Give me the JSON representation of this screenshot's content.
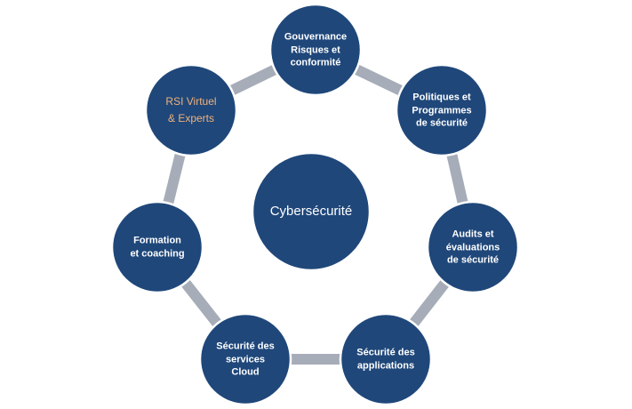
{
  "center": {
    "label": "Cybersécurité"
  },
  "nodes": [
    {
      "id": "gouvernance",
      "label": "Gouvernance\nRisques et\nconformité",
      "color": "#ffffff"
    },
    {
      "id": "politiques",
      "label": "Politiques et\nProgrammes\nde sécurité",
      "color": "#ffffff"
    },
    {
      "id": "audits",
      "label": "Audits et\névaluations\nde sécurité",
      "color": "#ffffff"
    },
    {
      "id": "applications",
      "label": "Sécurité des\napplications",
      "color": "#ffffff"
    },
    {
      "id": "cloud",
      "label": "Sécurité des\nservices\nCloud",
      "color": "#ffffff"
    },
    {
      "id": "formation",
      "label": "Formation\net coaching",
      "color": "#ffffff"
    },
    {
      "id": "rsi",
      "label": "RSI Virtuel\n& Experts",
      "color": "#f0b27a"
    }
  ],
  "colors": {
    "node_fill": "#1f477a",
    "ring": "#a6adb8",
    "node_text": "#ffffff",
    "accent_text": "#f0b27a"
  }
}
